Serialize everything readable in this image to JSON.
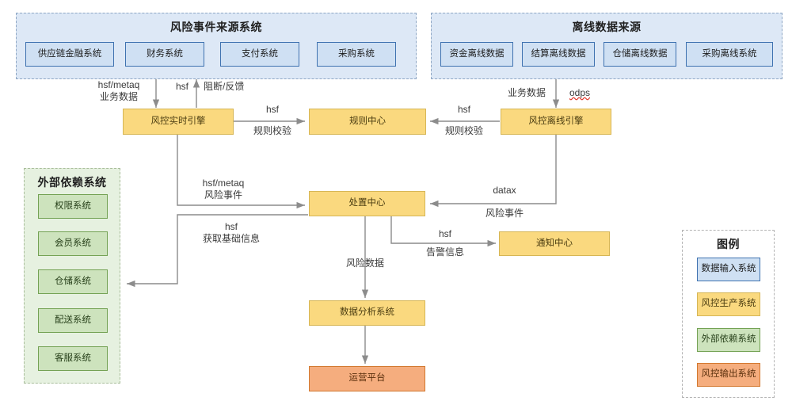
{
  "groups": {
    "risk_source": {
      "title": "风险事件来源系统",
      "items": [
        "供应链金融系统",
        "财务系统",
        "支付系统",
        "采购系统"
      ]
    },
    "offline_source": {
      "title": "离线数据来源",
      "items": [
        "资金离线数据",
        "结算离线数据",
        "仓储离线数据",
        "采购离线系统"
      ]
    },
    "external_dep": {
      "title": "外部依赖系统",
      "items": [
        "权限系统",
        "会员系统",
        "仓储系统",
        "配送系统",
        "客服系统"
      ]
    },
    "legend": {
      "title": "图例",
      "items": [
        {
          "label": "数据输入系统",
          "color": "#cfe0f3",
          "border": "#3f72b0"
        },
        {
          "label": "风控生产系统",
          "color": "#fad97f",
          "border": "#d6b656"
        },
        {
          "label": "外部依赖系统",
          "color": "#cde3bd",
          "border": "#74a254"
        },
        {
          "label": "风控输出系统",
          "color": "#f5ad7e",
          "border": "#d2782f"
        }
      ]
    }
  },
  "nodes": {
    "realtime_engine": "风控实时引擎",
    "rule_center": "规则中心",
    "offline_engine": "风控离线引擎",
    "disposal_center": "处置中心",
    "notify_center": "通知中心",
    "analysis_system": "数据分析系统",
    "ops_platform": "运营平台"
  },
  "edge_labels": {
    "src_to_realtime_l1": "hsf/metaq",
    "src_to_realtime_l2": "业务数据",
    "realtime_to_src_l1": "hsf",
    "realtime_to_src_l2": "阻断/反馈",
    "realtime_to_rule_l1": "hsf",
    "realtime_to_rule_l2": "规则校验",
    "offline_to_rule_l1": "hsf",
    "offline_to_rule_l2": "规则校验",
    "offline_src_l1": "业务数据",
    "offline_src_l2": "odps",
    "realtime_to_disposal_l1": "hsf/metaq",
    "realtime_to_disposal_l2": "风险事件",
    "disposal_to_ext_l1": "hsf",
    "disposal_to_ext_l2": "获取基础信息",
    "offline_to_disposal_l1": "datax",
    "offline_to_disposal_l2": "风险事件",
    "disposal_to_notify_l1": "hsf",
    "disposal_to_notify_l2": "告警信息",
    "disposal_to_analysis": "风险数据"
  },
  "colors": {
    "edge": "#8c8c8c",
    "input": "#cfe0f3",
    "production": "#fad97f",
    "external": "#cde3bd",
    "output": "#f5ad7e"
  }
}
